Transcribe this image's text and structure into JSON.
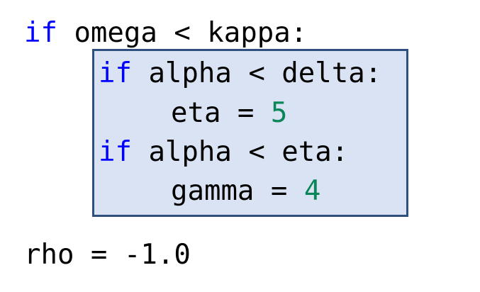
{
  "colors": {
    "keyword": "#0000ff",
    "number": "#098658",
    "text": "#000000",
    "block_fill": "#dae3f3",
    "block_border": "#2f4f7f"
  },
  "code": {
    "line1": {
      "keyword": "if",
      "rest": " omega < kappa:"
    },
    "block": {
      "line2": {
        "keyword": "if",
        "rest": " alpha < delta:"
      },
      "line3": {
        "prefix": "eta = ",
        "number": "5"
      },
      "line4": {
        "keyword": "if",
        "rest": " alpha < eta:"
      },
      "line5": {
        "prefix": "gamma = ",
        "number": "4"
      }
    },
    "line6": {
      "text": "rho = -1.0"
    }
  }
}
